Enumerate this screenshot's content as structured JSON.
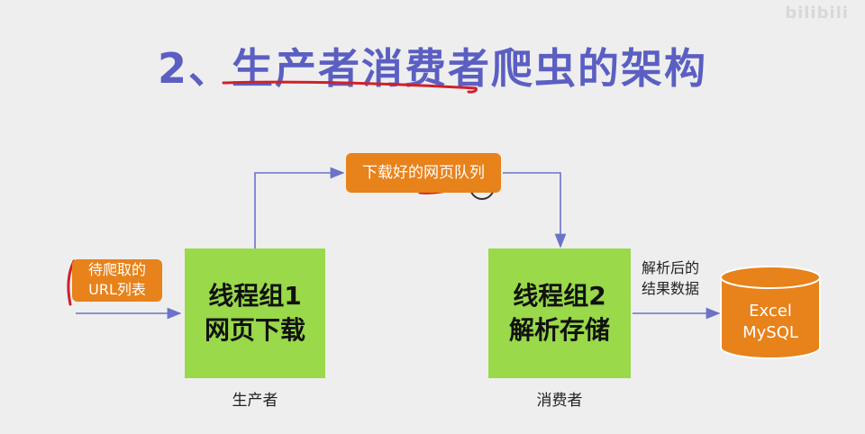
{
  "title": "2、生产者消费者爬虫的架构",
  "watermark": "bilibili",
  "input_note": {
    "line1": "待爬取的",
    "line2": "URL列表"
  },
  "producer_box": {
    "line1": "线程组1",
    "line2": "网页下载"
  },
  "producer_caption": "生产者",
  "queue_box": "下载好的网页队列",
  "consumer_box": {
    "line1": "线程组2",
    "line2": "解析存储"
  },
  "consumer_caption": "消费者",
  "output_note": {
    "line1": "解析后的",
    "line2": "结果数据"
  },
  "storage": {
    "line1": "Excel",
    "line2": "MySQL"
  },
  "colors": {
    "title": "#5b5fc2",
    "green": "#99d94a",
    "orange": "#e8821a",
    "arrow": "#6b72c8",
    "annotation": "#d0202a"
  }
}
